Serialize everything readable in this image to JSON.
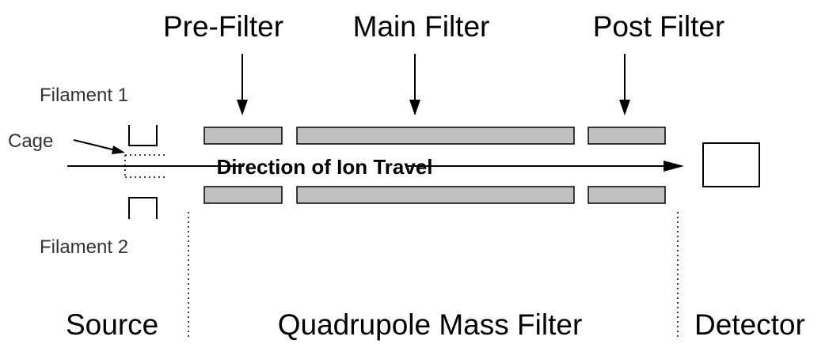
{
  "labels": {
    "pre_filter": "Pre-Filter",
    "main_filter": "Main Filter",
    "post_filter": "Post Filter",
    "filament_1": "Filament 1",
    "filament_2": "Filament 2",
    "cage": "Cage",
    "direction": "Direction of Ion Travel",
    "source": "Source",
    "quadrupole": "Quadrupole Mass Filter",
    "detector": "Detector"
  },
  "colors": {
    "rod_fill": "#c0c0c0",
    "line": "#000000",
    "background": "#ffffff"
  }
}
